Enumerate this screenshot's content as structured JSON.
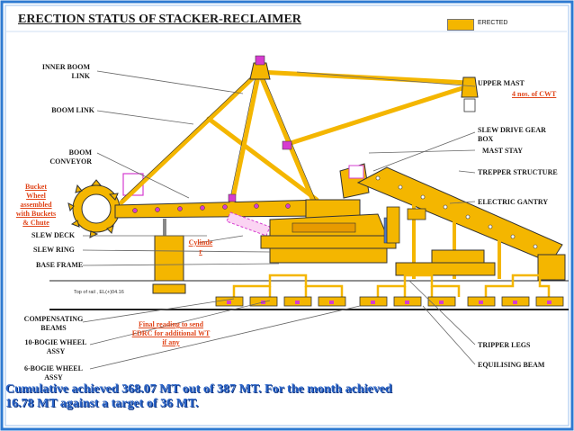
{
  "title": "ERECTION STATUS OF STACKER-RECLAIMER",
  "legend": {
    "label": "ERECTED",
    "color": "#f4b600"
  },
  "labels": {
    "inner_boom_link": "INNER BOOM\nLINK",
    "boom_link": "BOOM LINK",
    "boom_conveyor": "BOOM\nCONVEYOR",
    "bucket_wheel": "Bucket\nWheel\nassembled\nwith Buckets\n& Chute",
    "slew_deck": "SLEW DECK",
    "slew_ring": "SLEW RING",
    "base_frame": "BASE FRAME",
    "compensating_beams": "COMPENSATING\nBEAMS",
    "bogie_10": "10-BOGIE WHEEL\nASSY",
    "bogie_6": "6-BOGIE WHEEL\nASSY",
    "upper_mast": "UPPER MAST",
    "cwt": "4 nos. of CWT",
    "slew_drive": "SLEW DRIVE GEAR\nBOX",
    "mast_stay": "MAST STAY",
    "tripper_structure": "TREPPER STRUCTURE",
    "electric_gantry": "ELECTRIC GANTRY",
    "cylinder": "Cylinde\nr",
    "final_reading": "Final reading to send\nEDRC for additional WT\nif any",
    "tripper_legs": "TRIPPER LEGS",
    "equalising_beam": "EQUILISING BEAM",
    "rail_note": "Top of rail , EL(+)04.16"
  },
  "summary": "Cumulative achieved 368.07 MT out of 387 MT. For the month achieved\n16.78 MT against a target of 36 MT.",
  "colors": {
    "structure": "#f4b600",
    "magenta_marker": "#d63cd0",
    "callout_red": "#e0461b",
    "summary_blue": "#2a64c8",
    "frame_blue": "#2e7ad1"
  }
}
